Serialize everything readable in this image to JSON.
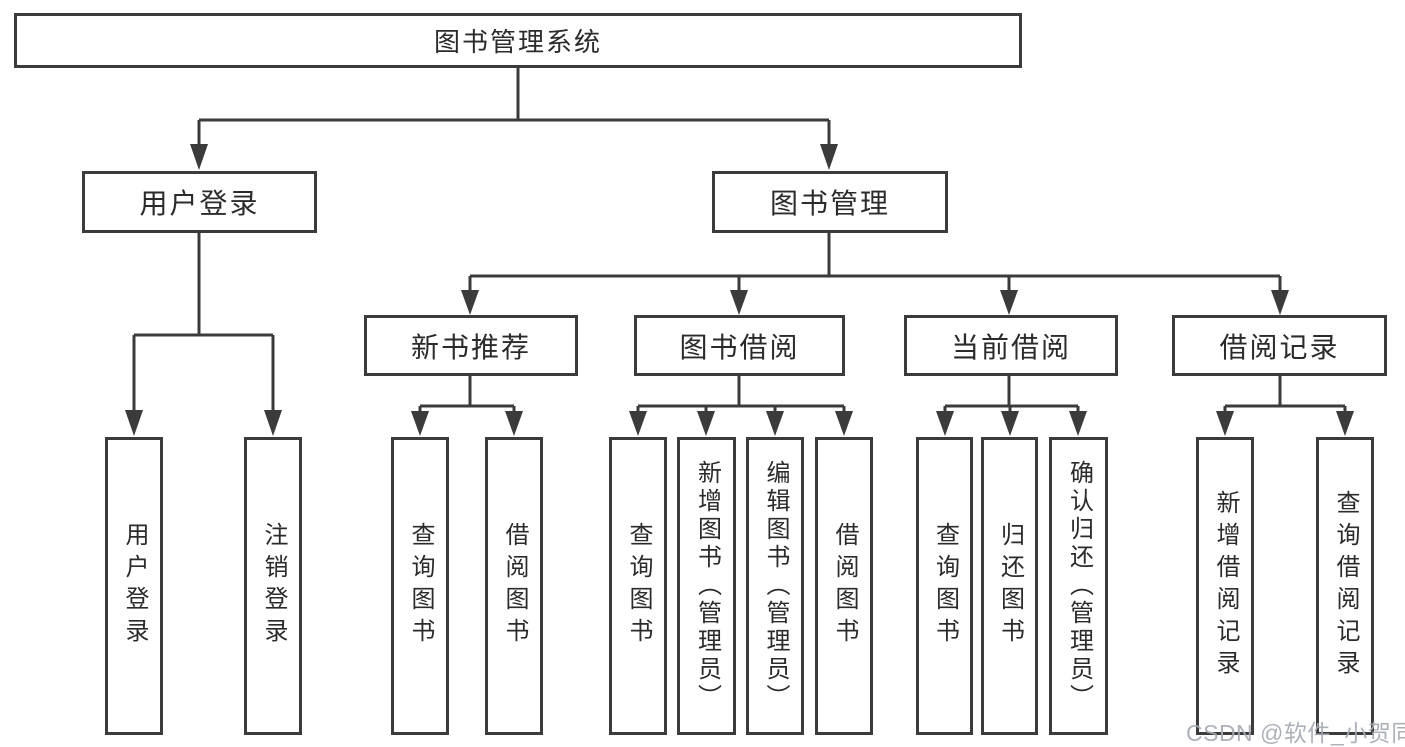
{
  "diagram": {
    "lineColor": "#3b3b3b",
    "textColor": "#2b2b2b",
    "root": {
      "label": "图书管理系统"
    },
    "userLogin": {
      "label": "用户登录",
      "leaves": [
        {
          "label": "用户登录"
        },
        {
          "label": "注销登录"
        }
      ]
    },
    "bookManagement": {
      "label": "图书管理",
      "newBooks": {
        "label": "新书推荐",
        "leaves": [
          {
            "label": "查询图书"
          },
          {
            "label": "借阅图书"
          }
        ]
      },
      "bookBorrowing": {
        "label": "图书借阅",
        "leaves": [
          {
            "label": "查询图书"
          },
          {
            "label": "新增图书（管理员）"
          },
          {
            "label": "编辑图书（管理员）"
          },
          {
            "label": "借阅图书"
          }
        ]
      },
      "currentBorrowing": {
        "label": "当前借阅",
        "leaves": [
          {
            "label": "查询图书"
          },
          {
            "label": "归还图书"
          },
          {
            "label": "确认归还（管理员）"
          }
        ]
      },
      "borrowingRecords": {
        "label": "借阅记录",
        "leaves": [
          {
            "label": "新增借阅记录"
          },
          {
            "label": "查询借阅记录"
          }
        ]
      }
    }
  },
  "watermark": {
    "text": "CSDN @软件_小贺同学",
    "color": "#a6abb4"
  }
}
